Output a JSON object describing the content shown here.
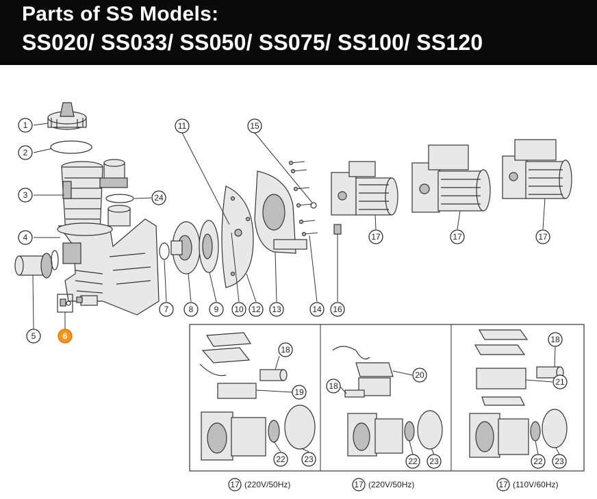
{
  "title": {
    "line1": "Parts of SS Models:",
    "line2": "SS020/ SS033/ SS050/ SS075/ SS100/ SS120"
  },
  "callouts": [
    "1",
    "2",
    "3",
    "4",
    "5",
    "6",
    "7",
    "8",
    "9",
    "10",
    "11",
    "12",
    "13",
    "14",
    "15",
    "16",
    "17",
    "18",
    "19",
    "20",
    "21",
    "22",
    "23",
    "24"
  ],
  "highlighted_callout": "6",
  "highlight_color": "#f7941d",
  "header_color": "#0a0a0a",
  "variants": [
    {
      "part": "17",
      "spec": "(220V/50Hz)"
    },
    {
      "part": "17",
      "spec": "(220V/50Hz)"
    },
    {
      "part": "17",
      "spec": "(110V/60Hz)"
    }
  ]
}
